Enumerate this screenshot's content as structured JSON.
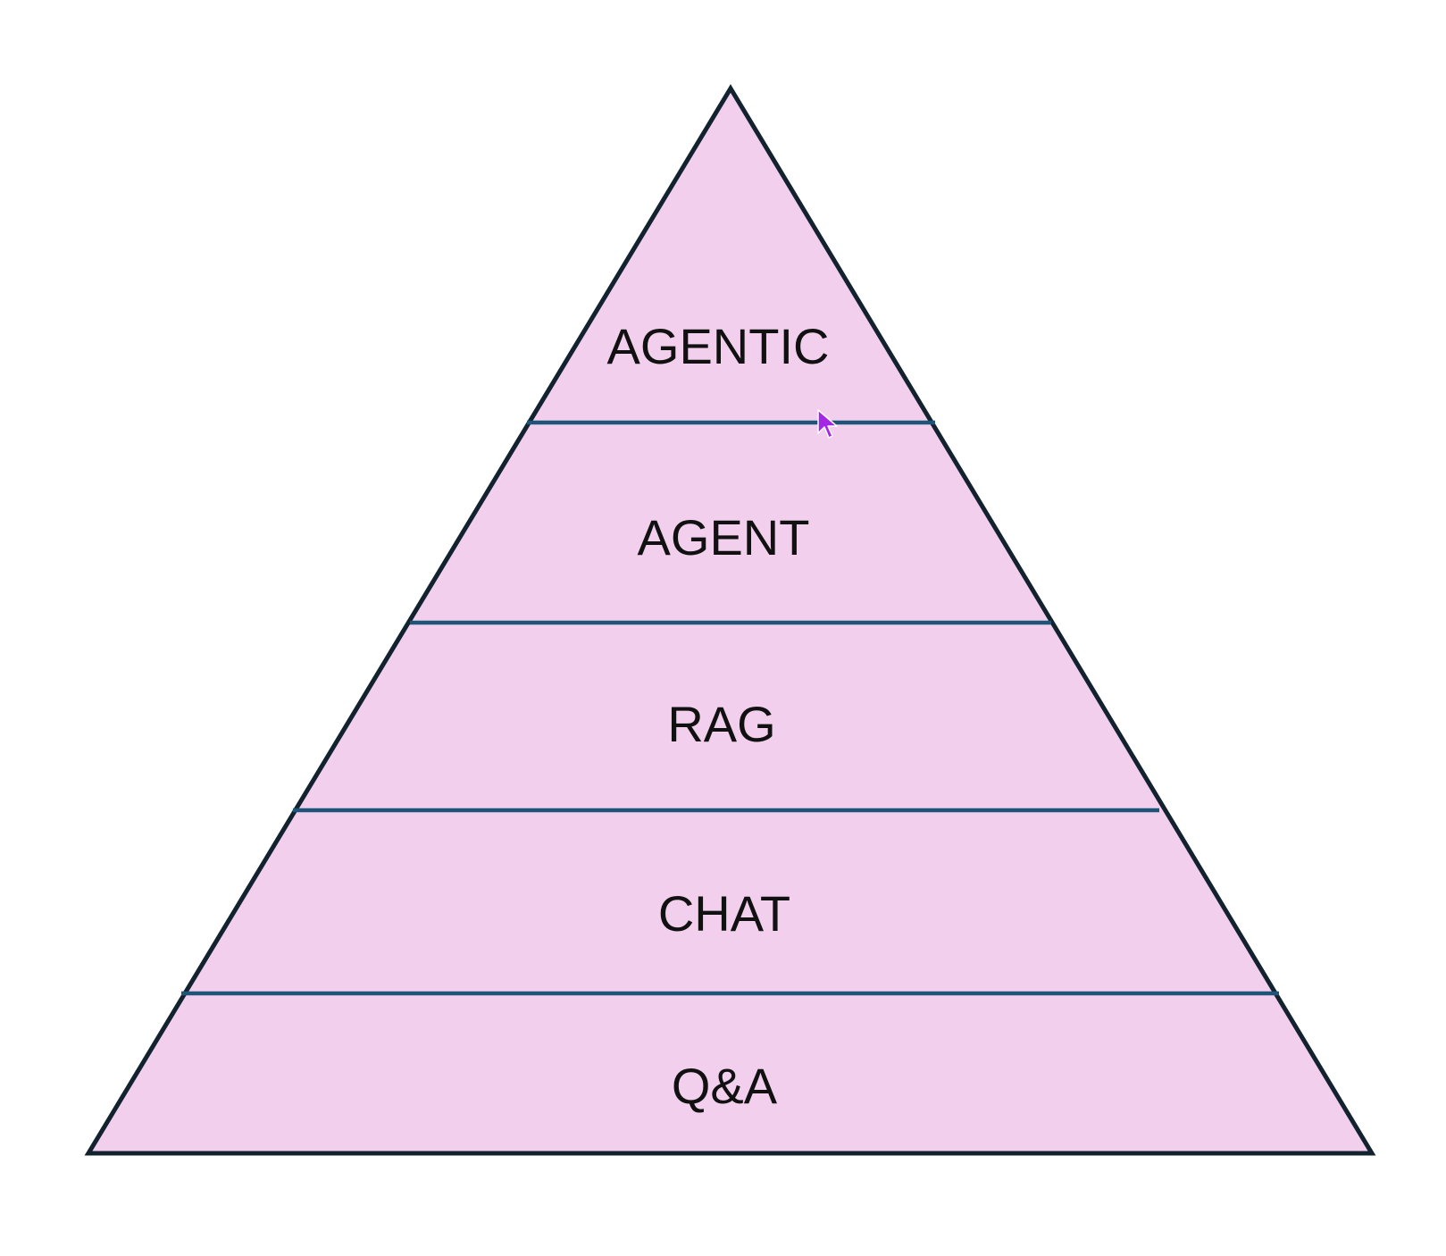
{
  "diagram": {
    "type": "pyramid",
    "layers_top_to_bottom": [
      {
        "label": "AGENTIC"
      },
      {
        "label": "AGENT"
      },
      {
        "label": "RAG"
      },
      {
        "label": "CHAT"
      },
      {
        "label": "Q&A"
      }
    ]
  },
  "colors": {
    "fill": "#f1cfed",
    "outline": "#13222f",
    "divider": "#1e5478",
    "text": "#111111",
    "cursor": "#a427e6"
  },
  "cursor": {
    "icon": "mouse-pointer-icon"
  }
}
